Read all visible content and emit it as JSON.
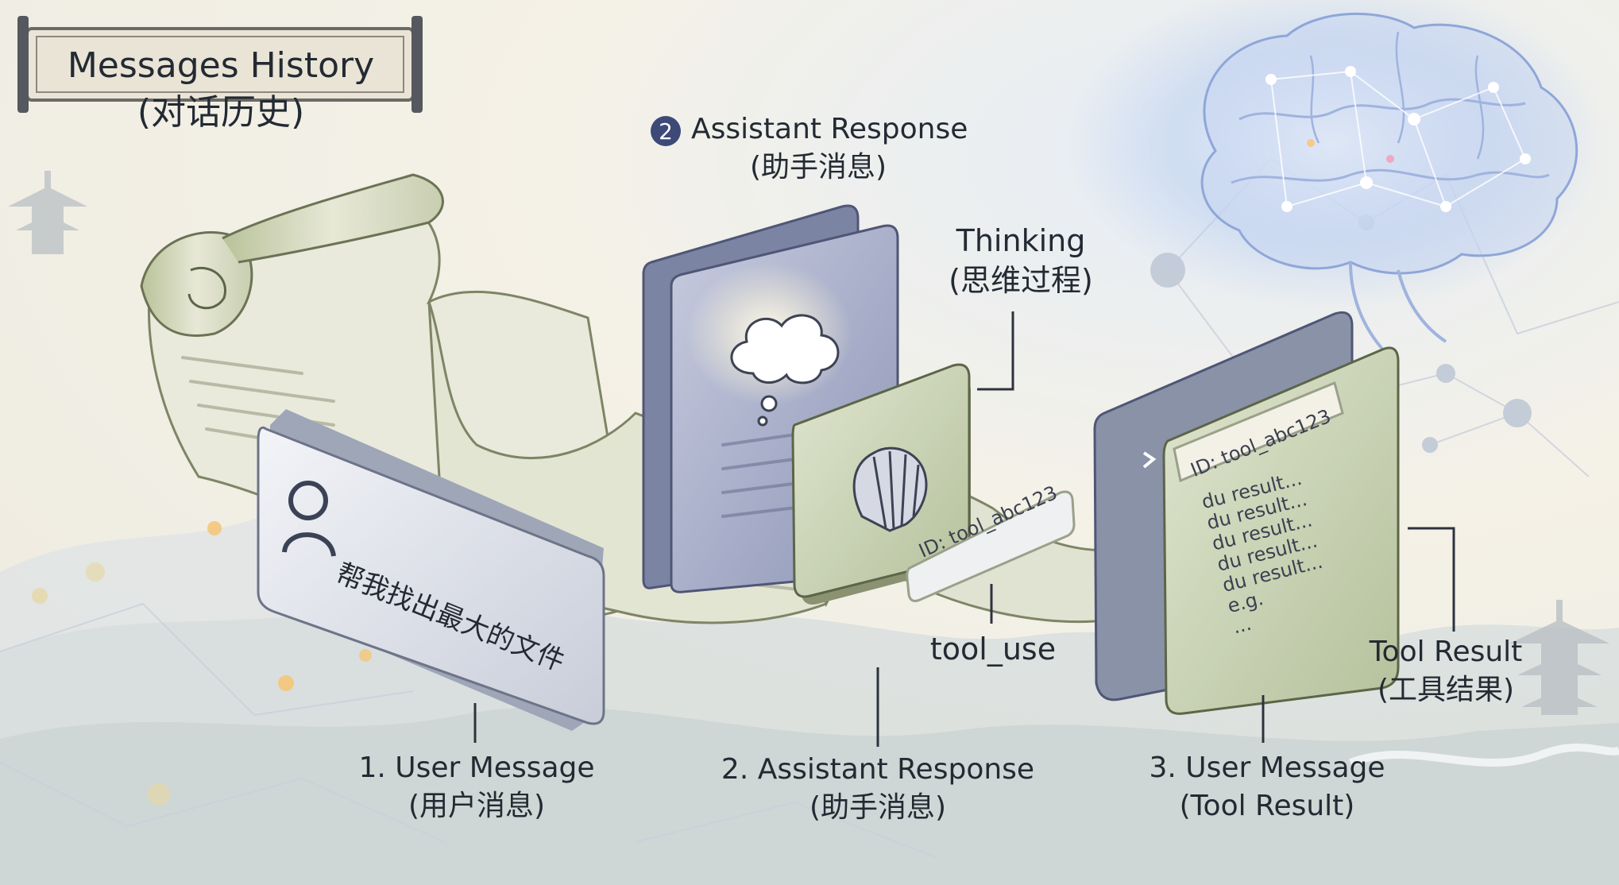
{
  "title": {
    "line1": "Messages History",
    "line2": "(对话历史)"
  },
  "header": {
    "step_badge": "2",
    "line1": "Assistant Response",
    "line2": "(助手消息)"
  },
  "thinking": {
    "line1": "Thinking",
    "line2": "(思维过程)"
  },
  "user_card": {
    "text": "帮我找出最大的文件"
  },
  "tool_use": {
    "id_tag": "ID: tool_abc123",
    "label": "tool_use"
  },
  "result_card": {
    "id_tag": "ID: tool_abc123",
    "lines": [
      "du result...",
      "du result...",
      "du result...",
      "du result...",
      "du result...",
      "e.g.",
      "..."
    ]
  },
  "tool_result_label": {
    "line1": "Tool Result",
    "line2": "(工具结果)"
  },
  "steps": [
    {
      "line1": "1. User Message",
      "line2": "(用户消息)"
    },
    {
      "line1": "2. Assistant Response",
      "line2": "(助手消息)"
    },
    {
      "line1": "3. User Message",
      "line2": "(Tool Result)"
    }
  ],
  "colors": {
    "accent_blue": "#3d4a78",
    "scroll_green": "#c9d3ac",
    "card_gray": "#d9dde6",
    "result_green": "#c8d3b3"
  }
}
